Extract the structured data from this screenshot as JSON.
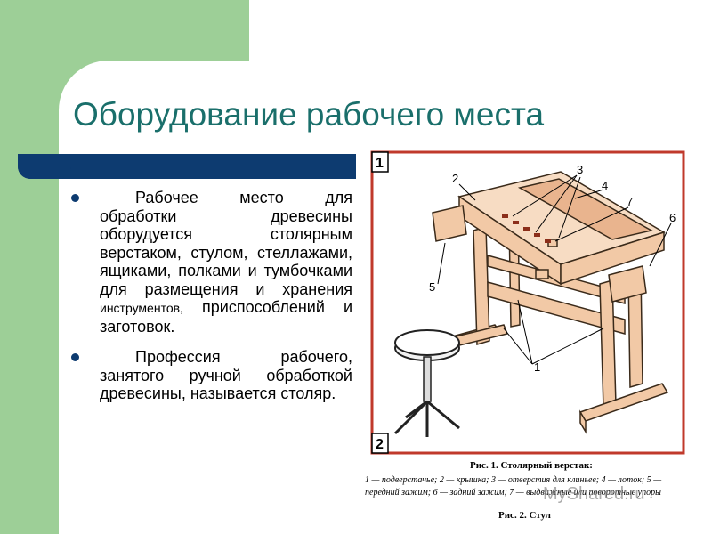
{
  "slide": {
    "title": "Оборудование рабочего места",
    "bullets": [
      {
        "lead": "Рабочее место для обработки древесины оборудуется столярным верстаком, стулом, стеллажами, ящиками, полками и тумбочками для размещения и хранения",
        "small": "инструментов,",
        "tail": "приспособлений и заготовок."
      },
      {
        "lead": "Профессия рабочего, занятого ручной обработкой древесины, называется столяр."
      }
    ]
  },
  "figure": {
    "panel_labels": [
      "1",
      "2"
    ],
    "callouts": [
      "1",
      "2",
      "3",
      "4",
      "5",
      "6",
      "7"
    ],
    "caption_title": "Рис. 1. Столярный верстак:",
    "caption_line1": "1 — подверстачье;  2 — крышка;  3 — отверстия для клиньев;  4 — лоток;  5 —",
    "caption_line2": "передний зажим;  6 — задний зажим;  7 — выдвижные или поворотные упоры",
    "caption_fig2": "Рис. 2. Стул"
  },
  "watermark": "MyShared.ru",
  "colors": {
    "green": "#9dcf97",
    "navy": "#0d3b70",
    "title": "#1a6f6b",
    "frame": "#c0392b",
    "wood": "#f2c9a6"
  }
}
